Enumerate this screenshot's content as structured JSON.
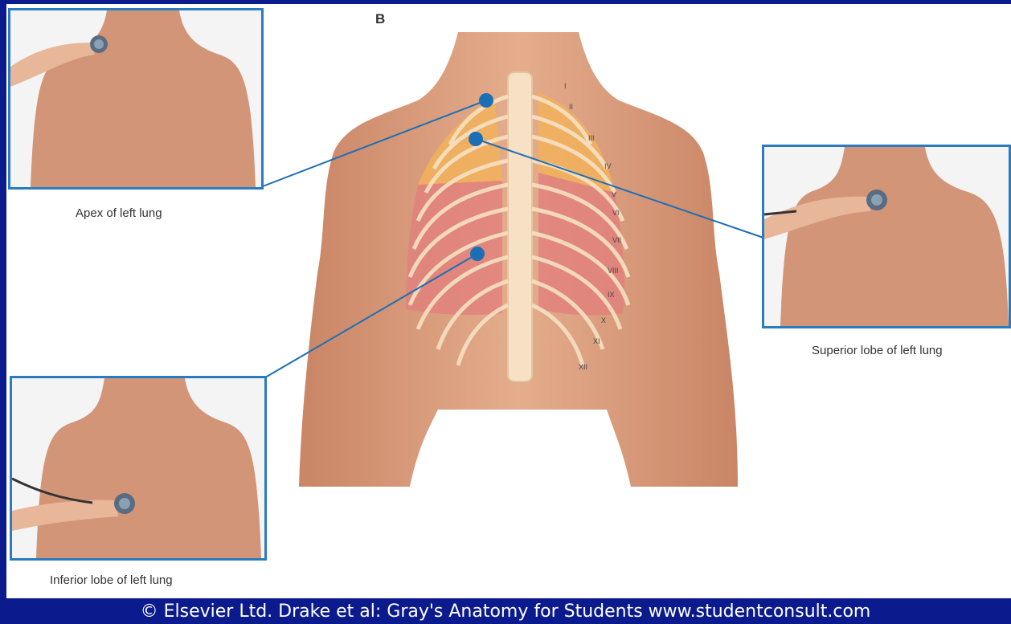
{
  "panel_label": "B",
  "captions": {
    "apex": "Apex of left lung",
    "superior": "Superior lobe of left lung",
    "inferior": "Inferior lobe of left lung"
  },
  "rib_labels": [
    "I",
    "II",
    "III",
    "IV",
    "V",
    "VI",
    "VII",
    "VIII",
    "IX",
    "X",
    "XI",
    "XII"
  ],
  "footer": "© Elsevier Ltd. Drake et al: Gray's Anatomy for Students www.studentconsult.com",
  "colors": {
    "background": "#0b1a8c",
    "frame_blue": "#2a7bbf",
    "marker_blue": "#1c6fb5",
    "skin": "#e0a583",
    "superior_lobe": "#f2b15a",
    "inferior_lobe": "#e27f7c",
    "bone": "#f6e1c4"
  }
}
